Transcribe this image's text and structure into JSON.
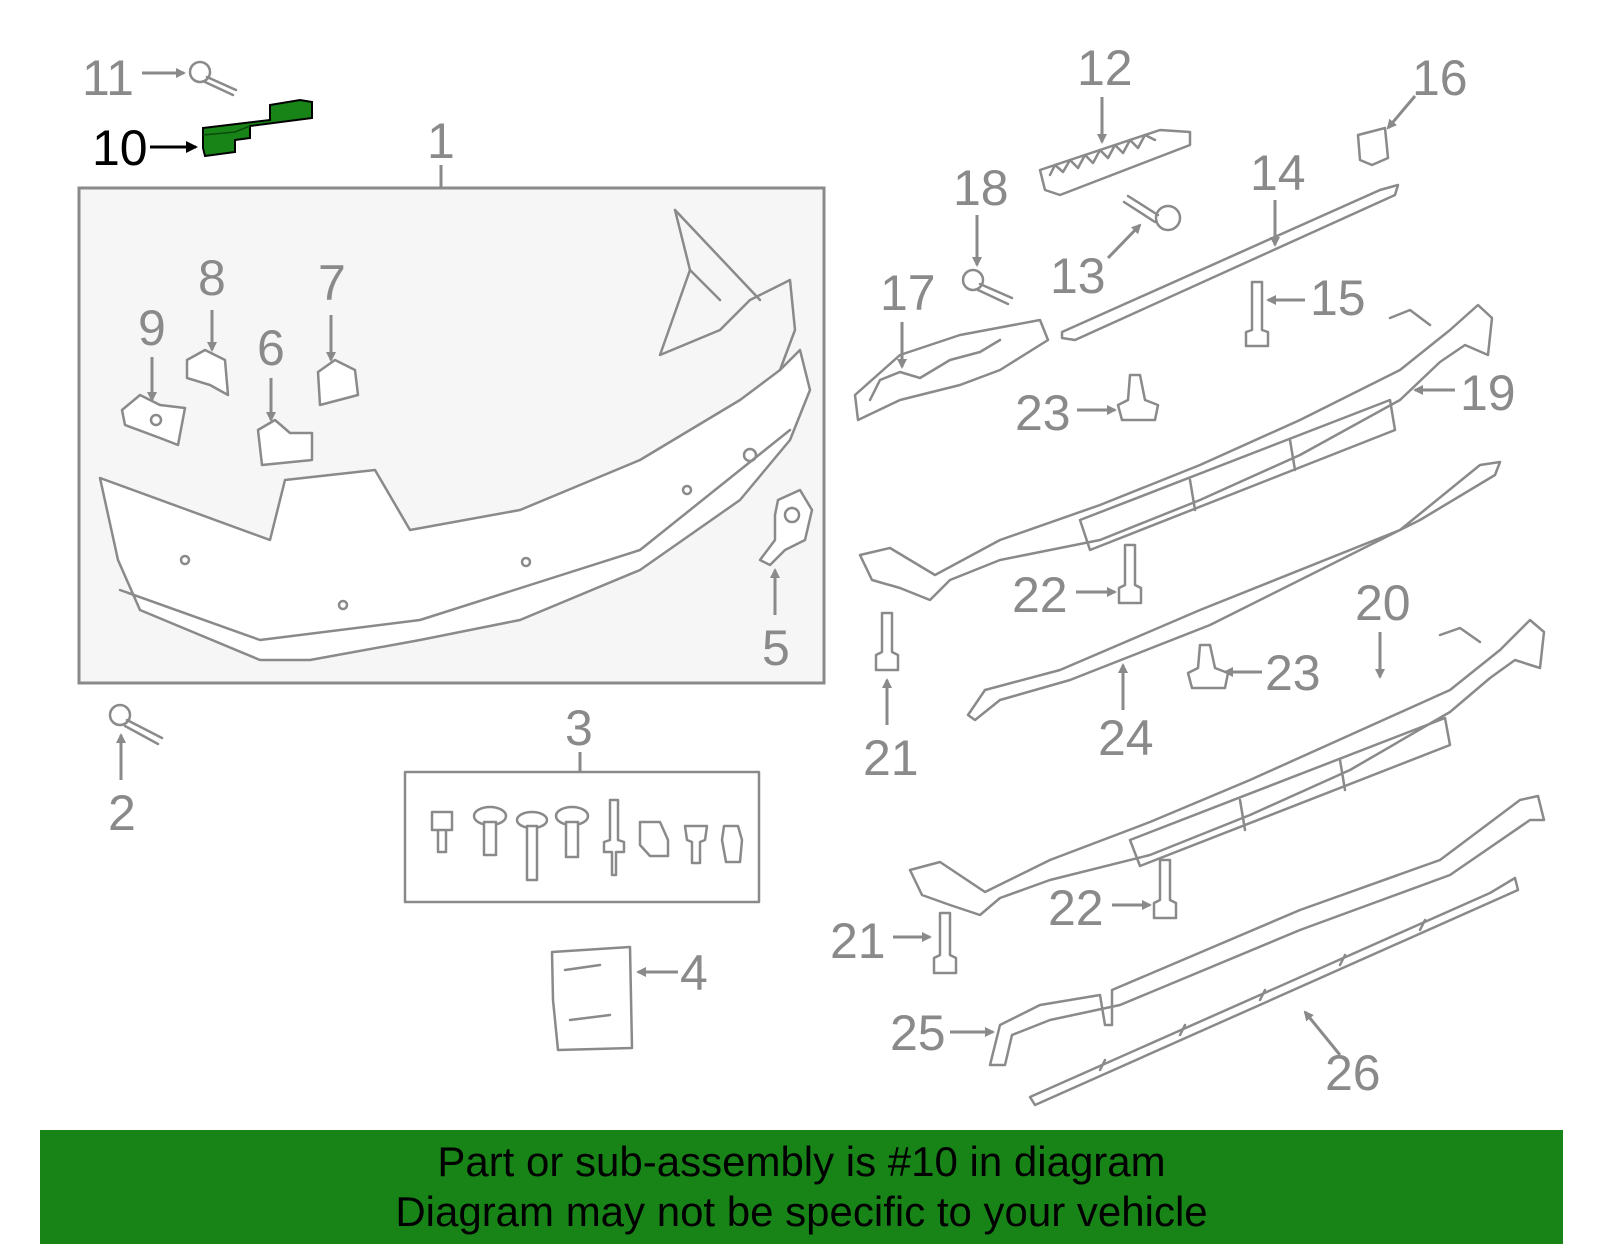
{
  "diagram": {
    "callouts": [
      "1",
      "2",
      "3",
      "4",
      "5",
      "6",
      "7",
      "8",
      "9",
      "10",
      "11",
      "12",
      "13",
      "14",
      "15",
      "16",
      "17",
      "18",
      "19",
      "20",
      "21",
      "21",
      "22",
      "22",
      "23",
      "23",
      "24",
      "25",
      "26"
    ],
    "highlighted_part": "10",
    "highlight_color": "#188418"
  },
  "banner": {
    "line1": "Part or sub-assembly is #10 in diagram",
    "line2": "Diagram may not be specific to your vehicle",
    "background": "#188418"
  }
}
